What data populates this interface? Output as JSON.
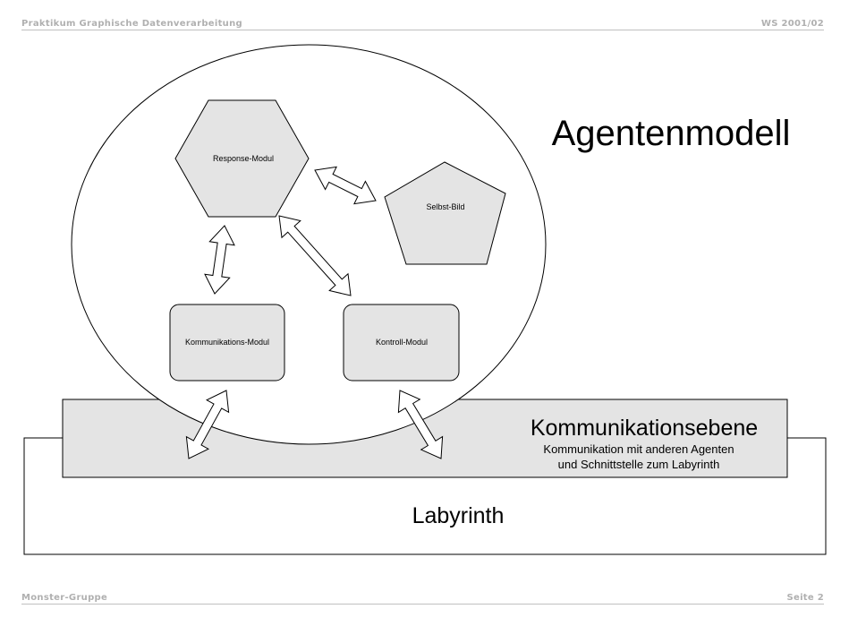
{
  "header": {
    "left": "Praktikum Graphische Datenverarbeitung",
    "right": "WS 2001/02"
  },
  "footer": {
    "left": "Monster-Gruppe",
    "right": "Seite 2"
  },
  "diagram": {
    "title": "Agentenmodell",
    "modules": {
      "response": "Response-Modul",
      "selbst": "Selbst-Bild",
      "kommunikation": "Kommunikations-Modul",
      "kontroll": "Kontroll-Modul"
    },
    "ebene": {
      "title": "Kommunikationsebene",
      "line1": "Kommunikation mit anderen Agenten",
      "line2": "und Schnittstelle zum Labyrinth"
    },
    "labyrinth": "Labyrinth",
    "colors": {
      "shape_fill": "#e4e4e4",
      "stroke": "#000000"
    }
  }
}
